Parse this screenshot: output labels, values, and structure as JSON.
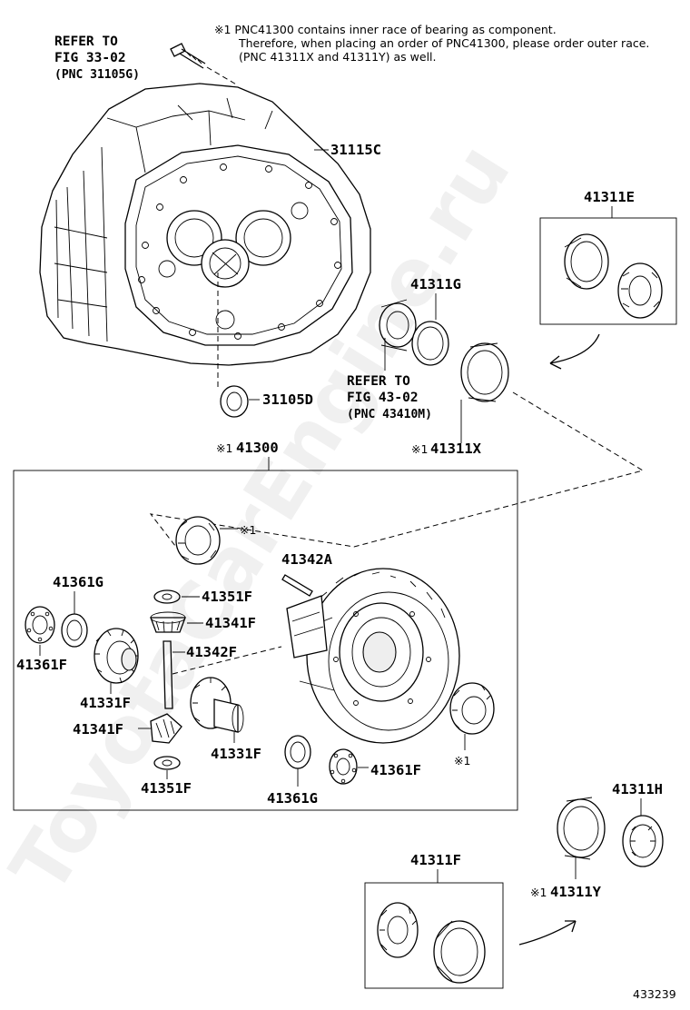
{
  "notes": {
    "top_lines": [
      "※1 PNC41300 contains inner race of bearing as component.",
      "Therefore, when placing an order of PNC41300, please order outer race.",
      "(PNC 41311X and 41311Y) as well."
    ]
  },
  "refs": {
    "fig33": [
      "REFER TO",
      "FIG 33-02",
      "(PNC 31105G)"
    ],
    "fig43": [
      "REFER TO",
      "FIG 43-02",
      "(PNC 43410M)"
    ]
  },
  "labels": {
    "p31115C": "31115C",
    "p31105D": "31105D",
    "p41311E": "41311E",
    "p41311G": "41311G",
    "p41311X": "41311X",
    "p41300": "41300",
    "p41342A": "41342A",
    "p41351F_top": "41351F",
    "p41341F_top": "41341F",
    "p41342F": "41342F",
    "p41361G_left": "41361G",
    "p41361F_left": "41361F",
    "p41331F_left": "41331F",
    "p41341F_left": "41341F",
    "p41331F_mid": "41331F",
    "p41351F_bottom": "41351F",
    "p41361G_bottom": "41361G",
    "p41361F_right": "41361F",
    "p41311H": "41311H",
    "p41311Y": "41311Y",
    "p41311F": "41311F"
  },
  "markers": {
    "note_mark": "※1",
    "mark": "※1"
  },
  "figure_number": "433239",
  "watermark": "ToyotaCarEngine.ru"
}
